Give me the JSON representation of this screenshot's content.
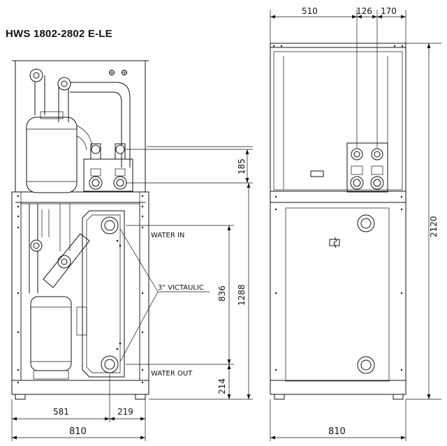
{
  "title": "HWS 1802-2802 E-LE",
  "labels": {
    "water_in": "WATER IN",
    "victaulic": "3\" VICTAULIC",
    "water_out": "WATER OUT"
  },
  "dimensions": {
    "front_width_total": "810",
    "front_width_left": "581",
    "front_width_right": "219",
    "side_width_total": "810",
    "side_top_left": "510",
    "side_top_mid": "126",
    "side_top_right": "170",
    "height_total": "2120",
    "height_lower": "1288",
    "height_conn_spacing": "836",
    "height_bottom_conn": "214",
    "height_top_conn": "185"
  }
}
